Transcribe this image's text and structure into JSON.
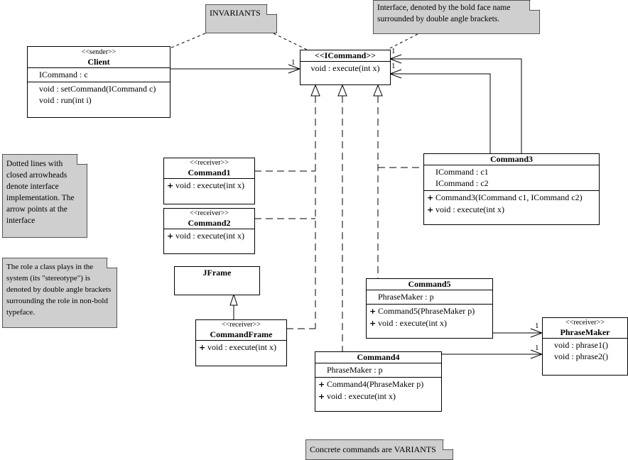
{
  "notes": {
    "invariants": "INVARIANTS",
    "interface": "Interface, denoted by the bold face name surrounded by double angle brackets.",
    "dotted": "Dotted lines with closed arrowheads denote interface implementation.  The arrow points at the interface",
    "role": "The role a class plays in the system (its \"stereotype\") is denoted by double angle brackets surrounding the role in non-bold typeface.",
    "variants": "Concrete commands are VARIANTS"
  },
  "client": {
    "stereotype": "<<sender>>",
    "name": "Client",
    "attrs": [
      "ICommand : c"
    ],
    "methods": [
      "void : setCommand(ICommand c)",
      "void : run(int i)"
    ]
  },
  "icommand": {
    "name": "<<ICommand>>",
    "methods": [
      "void : execute(int x)"
    ]
  },
  "command1": {
    "stereotype": "<<receiver>>",
    "name": "Command1",
    "methods": [
      "void : execute(int x)"
    ]
  },
  "command2": {
    "stereotype": "<<receiver>>",
    "name": "Command2",
    "methods": [
      "void : execute(int x)"
    ]
  },
  "jframe": {
    "name": "JFrame"
  },
  "commandframe": {
    "stereotype": "<<receiver>>",
    "name": "CommandFrame",
    "methods": [
      "void : execute(int x)"
    ]
  },
  "command3": {
    "name": "Command3",
    "attrs": [
      "ICommand : c1",
      "ICommand : c2"
    ],
    "methods": [
      "Command3(ICommand c1, ICommand c2)",
      "void : execute(int x)"
    ]
  },
  "command5": {
    "name": "Command5",
    "attrs": [
      "PhraseMaker : p"
    ],
    "methods": [
      "Command5(PhraseMaker p)",
      "void : execute(int x)"
    ]
  },
  "command4": {
    "name": "Command4",
    "attrs": [
      "PhraseMaker : p"
    ],
    "methods": [
      "Command4(PhraseMaker p)",
      "void : execute(int x)"
    ]
  },
  "phrasemaker": {
    "stereotype": "<<receiver>>",
    "name": "PhraseMaker",
    "methods": [
      "void : phrase1()",
      "void : phrase2()"
    ]
  },
  "multiplicity": "1",
  "plus": "+"
}
